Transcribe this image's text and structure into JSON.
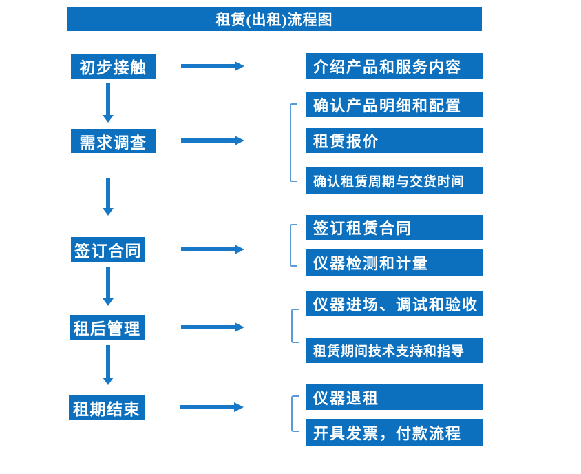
{
  "title": "租赁(出租)流程图",
  "colors": {
    "box_blue": "#0C70BE",
    "arrow_blue": "#1778C8",
    "bracket_blue": "#5B9BD5",
    "text_white": "#FFFFFF"
  },
  "steps": [
    {
      "label": "初步接触",
      "details": [
        "介绍产品和服务内容"
      ]
    },
    {
      "label": "需求调查",
      "details": [
        "确认产品明细和配置",
        "租赁报价",
        "确认租赁周期与交货时间"
      ]
    },
    {
      "label": "签订合同",
      "details": [
        "签订租赁合同",
        "仪器检测和计量"
      ]
    },
    {
      "label": "租后管理",
      "details": [
        "仪器进场、调试和验收",
        "租赁期间技术支持和指导"
      ]
    },
    {
      "label": "租期结束",
      "details": [
        "仪器退租",
        "开具发票，付款流程"
      ]
    }
  ]
}
